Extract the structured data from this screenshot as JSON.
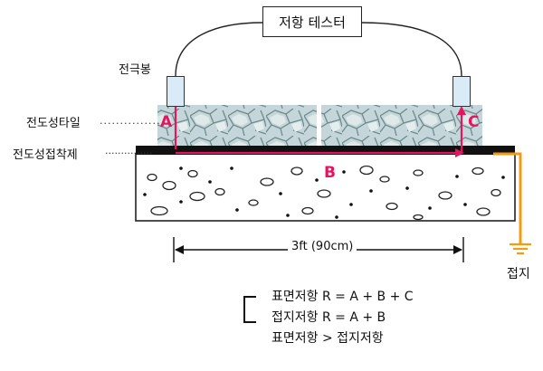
{
  "tester_label": "저항 테스터",
  "labels": {
    "electrode_rod": "전극봉",
    "conductive_tile": "전도성타일",
    "conductive_adhesive": "전도성접착제",
    "ground": "접지",
    "dimension": "3ft (90cm)"
  },
  "leader_dots": "...............",
  "points": {
    "a": "A",
    "b": "B",
    "c": "C"
  },
  "formulas": {
    "surface": "표면저항  R = A + B + C",
    "ground": "접지저항  R = A + B",
    "compare": "표면저항 > 접지저항"
  },
  "colors": {
    "path": "#e5145f",
    "ground_wire": "#f39c12",
    "tile": "#b7ccd0",
    "probe": "#d9ebf6"
  }
}
